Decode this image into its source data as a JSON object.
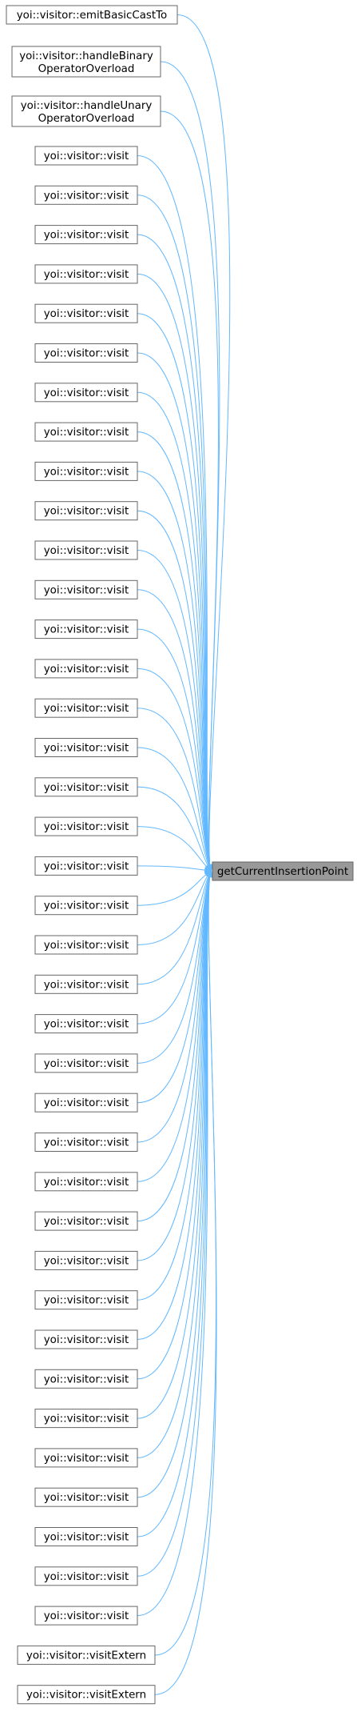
{
  "target": {
    "label": "getCurrentInsertionPoint"
  },
  "callers": [
    {
      "lines": [
        "yoi::visitor::emitBasicCastTo"
      ]
    },
    {
      "lines": [
        "yoi::visitor::handleBinary",
        "OperatorOverload"
      ]
    },
    {
      "lines": [
        "yoi::visitor::handleUnary",
        "OperatorOverload"
      ]
    },
    {
      "lines": [
        "yoi::visitor::visit"
      ]
    },
    {
      "lines": [
        "yoi::visitor::visit"
      ]
    },
    {
      "lines": [
        "yoi::visitor::visit"
      ]
    },
    {
      "lines": [
        "yoi::visitor::visit"
      ]
    },
    {
      "lines": [
        "yoi::visitor::visit"
      ]
    },
    {
      "lines": [
        "yoi::visitor::visit"
      ]
    },
    {
      "lines": [
        "yoi::visitor::visit"
      ]
    },
    {
      "lines": [
        "yoi::visitor::visit"
      ]
    },
    {
      "lines": [
        "yoi::visitor::visit"
      ]
    },
    {
      "lines": [
        "yoi::visitor::visit"
      ]
    },
    {
      "lines": [
        "yoi::visitor::visit"
      ]
    },
    {
      "lines": [
        "yoi::visitor::visit"
      ]
    },
    {
      "lines": [
        "yoi::visitor::visit"
      ]
    },
    {
      "lines": [
        "yoi::visitor::visit"
      ]
    },
    {
      "lines": [
        "yoi::visitor::visit"
      ]
    },
    {
      "lines": [
        "yoi::visitor::visit"
      ]
    },
    {
      "lines": [
        "yoi::visitor::visit"
      ]
    },
    {
      "lines": [
        "yoi::visitor::visit"
      ]
    },
    {
      "lines": [
        "yoi::visitor::visit"
      ]
    },
    {
      "lines": [
        "yoi::visitor::visit"
      ]
    },
    {
      "lines": [
        "yoi::visitor::visit"
      ]
    },
    {
      "lines": [
        "yoi::visitor::visit"
      ]
    },
    {
      "lines": [
        "yoi::visitor::visit"
      ]
    },
    {
      "lines": [
        "yoi::visitor::visit"
      ]
    },
    {
      "lines": [
        "yoi::visitor::visit"
      ]
    },
    {
      "lines": [
        "yoi::visitor::visit"
      ]
    },
    {
      "lines": [
        "yoi::visitor::visit"
      ]
    },
    {
      "lines": [
        "yoi::visitor::visit"
      ]
    },
    {
      "lines": [
        "yoi::visitor::visit"
      ]
    },
    {
      "lines": [
        "yoi::visitor::visit"
      ]
    },
    {
      "lines": [
        "yoi::visitor::visit"
      ]
    },
    {
      "lines": [
        "yoi::visitor::visit"
      ]
    },
    {
      "lines": [
        "yoi::visitor::visit"
      ]
    },
    {
      "lines": [
        "yoi::visitor::visit"
      ]
    },
    {
      "lines": [
        "yoi::visitor::visit"
      ]
    },
    {
      "lines": [
        "yoi::visitor::visit"
      ]
    },
    {
      "lines": [
        "yoi::visitor::visit"
      ]
    },
    {
      "lines": [
        "yoi::visitor::visit"
      ]
    },
    {
      "lines": [
        "yoi::visitor::visitExtern"
      ]
    },
    {
      "lines": [
        "yoi::visitor::visitExtern"
      ]
    }
  ],
  "colors": {
    "edge": "#63b8ff",
    "node_border": "#666666",
    "target_fill": "#999999"
  }
}
